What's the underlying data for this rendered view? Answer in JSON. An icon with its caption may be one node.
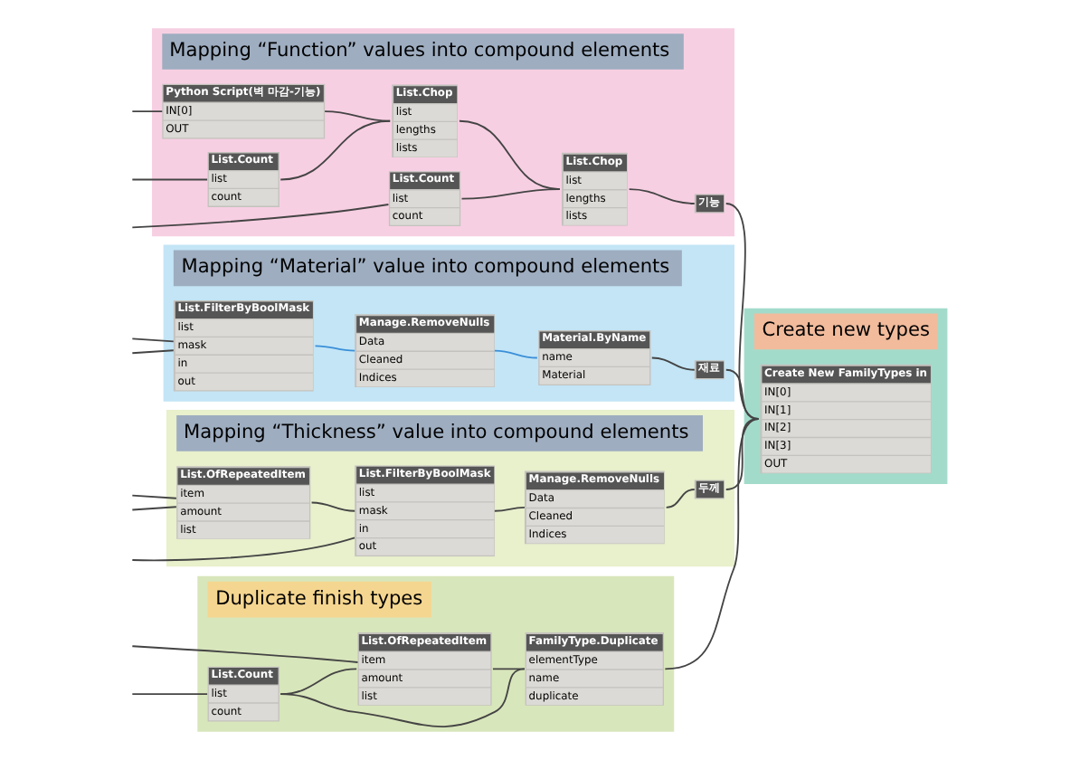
{
  "diagram": {
    "nodes": [
      {
        "text": [
          "Duplicate finish types"
        ]
      },
      {
        "text": [
          "List.Count",
          "list",
          "count"
        ],
        "in": 0
      },
      {
        "text": [
          "List.OfRepeatedItem",
          "item",
          "amount",
          "list"
        ],
        "in": 0
      },
      {
        "text": [
          "FamilyType.Duplicate",
          "elementType",
          "name",
          "duplicate"
        ],
        "in": 0
      },
      {
        "text": [
          "Mapping “Function” values into compound elements"
        ]
      },
      {
        "text": [
          "Python Script(벽 마감-기능)",
          "IN[0]",
          "OUT"
        ],
        "in": 4
      },
      {
        "text": [
          "List.Chop",
          "list",
          "lengths",
          "lists"
        ],
        "in": 4
      },
      {
        "text": [
          "List.Count",
          "list",
          "count"
        ],
        "in": 4
      },
      {
        "text": [
          "List.Count",
          "list",
          "count"
        ],
        "in": 4
      },
      {
        "text": [
          "List.Chop",
          "list",
          "lengths",
          "lists"
        ],
        "in": 4
      },
      {
        "text": [
          "기능"
        ],
        "in": 4
      },
      {
        "text": [
          "Mapping “Material” value into compound elements"
        ]
      },
      {
        "text": [
          "List.FilterByBoolMask",
          "list",
          "mask",
          "in",
          "out"
        ],
        "in": 11
      },
      {
        "text": [
          "Manage.RemoveNulls",
          "Data",
          "Cleaned",
          "Indices"
        ],
        "in": 11
      },
      {
        "text": [
          "Material.ByName",
          "name",
          "Material"
        ],
        "in": 11
      },
      {
        "text": [
          "재료"
        ],
        "in": 11
      },
      {
        "text": [
          "Mapping “Thickness” value into compound elements"
        ]
      },
      {
        "text": [
          "List.OfRepeatedItem",
          "item",
          "amount",
          "list"
        ],
        "in": 16
      },
      {
        "text": [
          "List.FilterByBoolMask",
          "list",
          "mask",
          "in",
          "out"
        ],
        "in": 16
      },
      {
        "text": [
          "Manage.RemoveNulls",
          "Data",
          "Cleaned",
          "Indices"
        ],
        "in": 16
      },
      {
        "text": [
          "두께"
        ],
        "in": 16
      },
      {
        "text": [
          "Create new types"
        ]
      },
      {
        "text": [
          "Create New FamilyTypes in",
          "IN[0]",
          "IN[1]",
          "IN[2]",
          "IN[3]",
          "OUT"
        ],
        "in": 21
      }
    ],
    "edges": [
      {
        "from": null,
        "to": 1,
        "arrow": "none"
      },
      {
        "from": null,
        "to": 2,
        "arrow": "none"
      },
      {
        "from": 1,
        "to": 2,
        "arrow": "none"
      },
      {
        "from": 1,
        "to": 3,
        "arrow": "none"
      },
      {
        "from": 2,
        "to": 3,
        "arrow": "none"
      },
      {
        "from": 3,
        "to": 22,
        "arrow": "none"
      },
      {
        "from": null,
        "to": 5,
        "arrow": "none"
      },
      {
        "from": null,
        "to": 7,
        "arrow": "none"
      },
      {
        "from": null,
        "to": 8,
        "arrow": "none"
      },
      {
        "from": 5,
        "to": 6,
        "arrow": "none"
      },
      {
        "from": 7,
        "to": 6,
        "arrow": "none"
      },
      {
        "from": 6,
        "to": 9,
        "arrow": "none"
      },
      {
        "from": 8,
        "to": 9,
        "arrow": "none"
      },
      {
        "from": 9,
        "to": 10,
        "arrow": "none"
      },
      {
        "from": 10,
        "to": 22,
        "arrow": "none"
      },
      {
        "from": null,
        "to": 12,
        "arrow": "none"
      },
      {
        "from": null,
        "to": 12,
        "arrow": "none"
      },
      {
        "from": 12,
        "to": 13,
        "arrow": "none",
        "color": "#3a8fd8"
      },
      {
        "from": 13,
        "to": 14,
        "arrow": "none",
        "color": "#3a8fd8"
      },
      {
        "from": 14,
        "to": 15,
        "arrow": "none"
      },
      {
        "from": 15,
        "to": 22,
        "arrow": "none"
      },
      {
        "from": null,
        "to": 17,
        "arrow": "none"
      },
      {
        "from": null,
        "to": 17,
        "arrow": "none"
      },
      {
        "from": null,
        "to": 18,
        "arrow": "none"
      },
      {
        "from": 17,
        "to": 18,
        "arrow": "none"
      },
      {
        "from": 18,
        "to": 19,
        "arrow": "none"
      },
      {
        "from": 19,
        "to": 20,
        "arrow": "none"
      },
      {
        "from": 20,
        "to": 22,
        "arrow": "none"
      }
    ]
  }
}
